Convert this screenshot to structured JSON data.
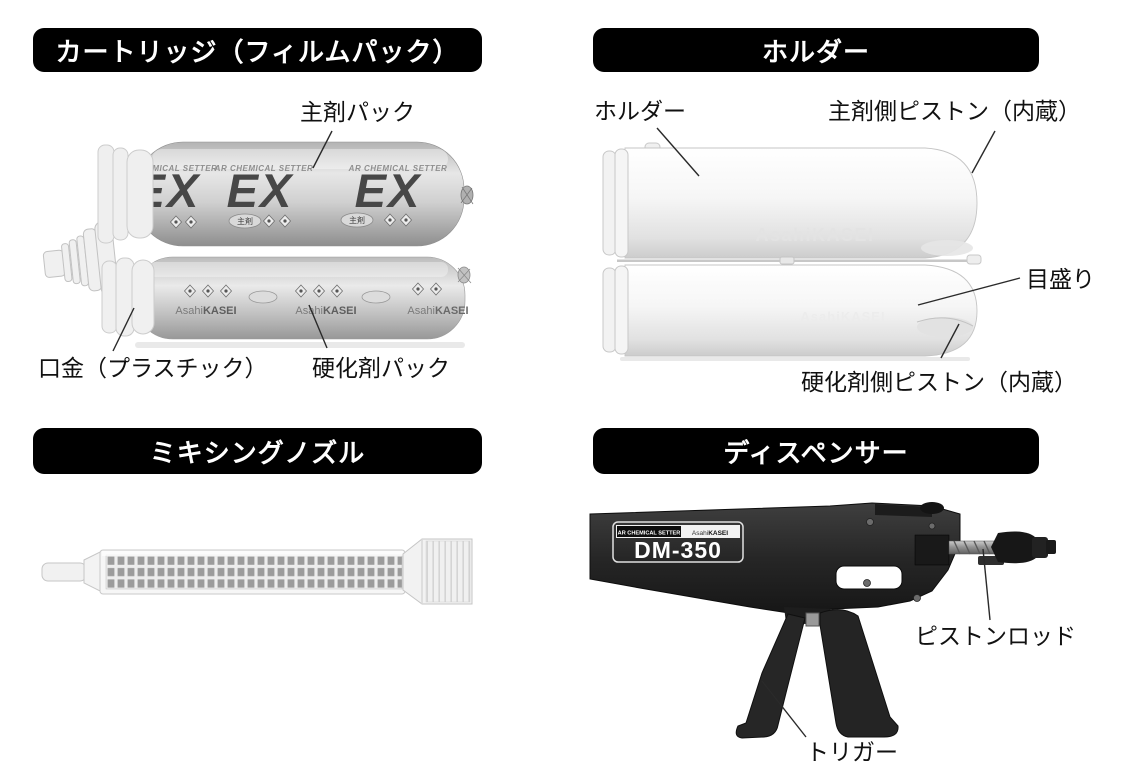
{
  "colors": {
    "header_bg": "#000000",
    "header_text": "#ffffff",
    "label_text": "#111111",
    "leader_line": "#2a2a2a"
  },
  "sections": {
    "cartridge": {
      "title": "カートリッジ（フィルムパック）",
      "callouts": {
        "main_pack": "主剤パック",
        "mouthpiece": "口金（プラスチック）",
        "hardener_pack": "硬化剤パック"
      },
      "photo_text": {
        "brand_line": "AR CHEMICAL SETTER",
        "logo": "EX",
        "main_badge": "主剤",
        "maker_light": "Asahi",
        "maker_bold": "KASEI"
      }
    },
    "holder": {
      "title": "ホルダー",
      "callouts": {
        "holder": "ホルダー",
        "main_piston": "主剤側ピストン（内蔵）",
        "scale": "目盛り",
        "hardener_piston": "硬化剤側ピストン（内蔵）"
      },
      "photo_text": {
        "embossed": "AsahiKASEI"
      }
    },
    "mixing_nozzle": {
      "title": "ミキシングノズル"
    },
    "dispenser": {
      "title": "ディスペンサー",
      "callouts": {
        "piston_rod": "ピストンロッド",
        "trigger": "トリガー"
      },
      "photo_text": {
        "brand_line": "AR CHEMICAL SETTER",
        "maker_light": "Asahi",
        "maker_bold": "KASEI",
        "model": "DM-350"
      }
    }
  }
}
